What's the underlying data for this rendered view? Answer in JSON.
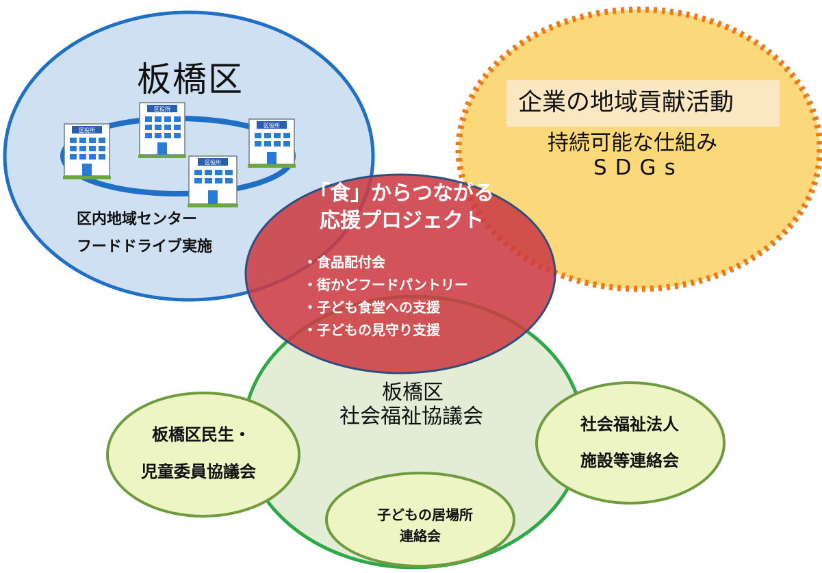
{
  "ward": {
    "title": "板橋区",
    "office_sign": "区役所",
    "line1": "区内地域センター",
    "line2": "フードドライブ実施"
  },
  "corporate": {
    "title": "企業の地域貢献活動",
    "line1": "持続可能な仕組み",
    "line2": "SDGs"
  },
  "project": {
    "title1": "「食」からつながる",
    "title2": "応援プロジェクト",
    "items": [
      "・食品配付会",
      "・街かどフードパントリー",
      "・子ども食堂への支援",
      "・子どもの見守り支援"
    ]
  },
  "council": {
    "line1": "板橋区",
    "line2": "社会福祉協議会"
  },
  "welfare_committee": {
    "line1": "板橋区民生・",
    "line2": "児童委員協議会"
  },
  "social_welfare": {
    "line1": "社会福祉法人",
    "line2": "施設等連絡会"
  },
  "children_place": {
    "line1": "子どもの居場所",
    "line2": "連絡会"
  },
  "colors": {
    "ward_fill": "#cfe0f2",
    "ward_stroke": "#1f6fc4",
    "corp_fill": "#fbd97a",
    "corp_stroke": "#ea7a1e",
    "project_fill": "#cc3c43",
    "council_fill": "#e3ecd5",
    "council_stroke": "#2fa84a",
    "sub_fill": "#edf5c4",
    "sub_stroke": "#6f9b3e"
  }
}
